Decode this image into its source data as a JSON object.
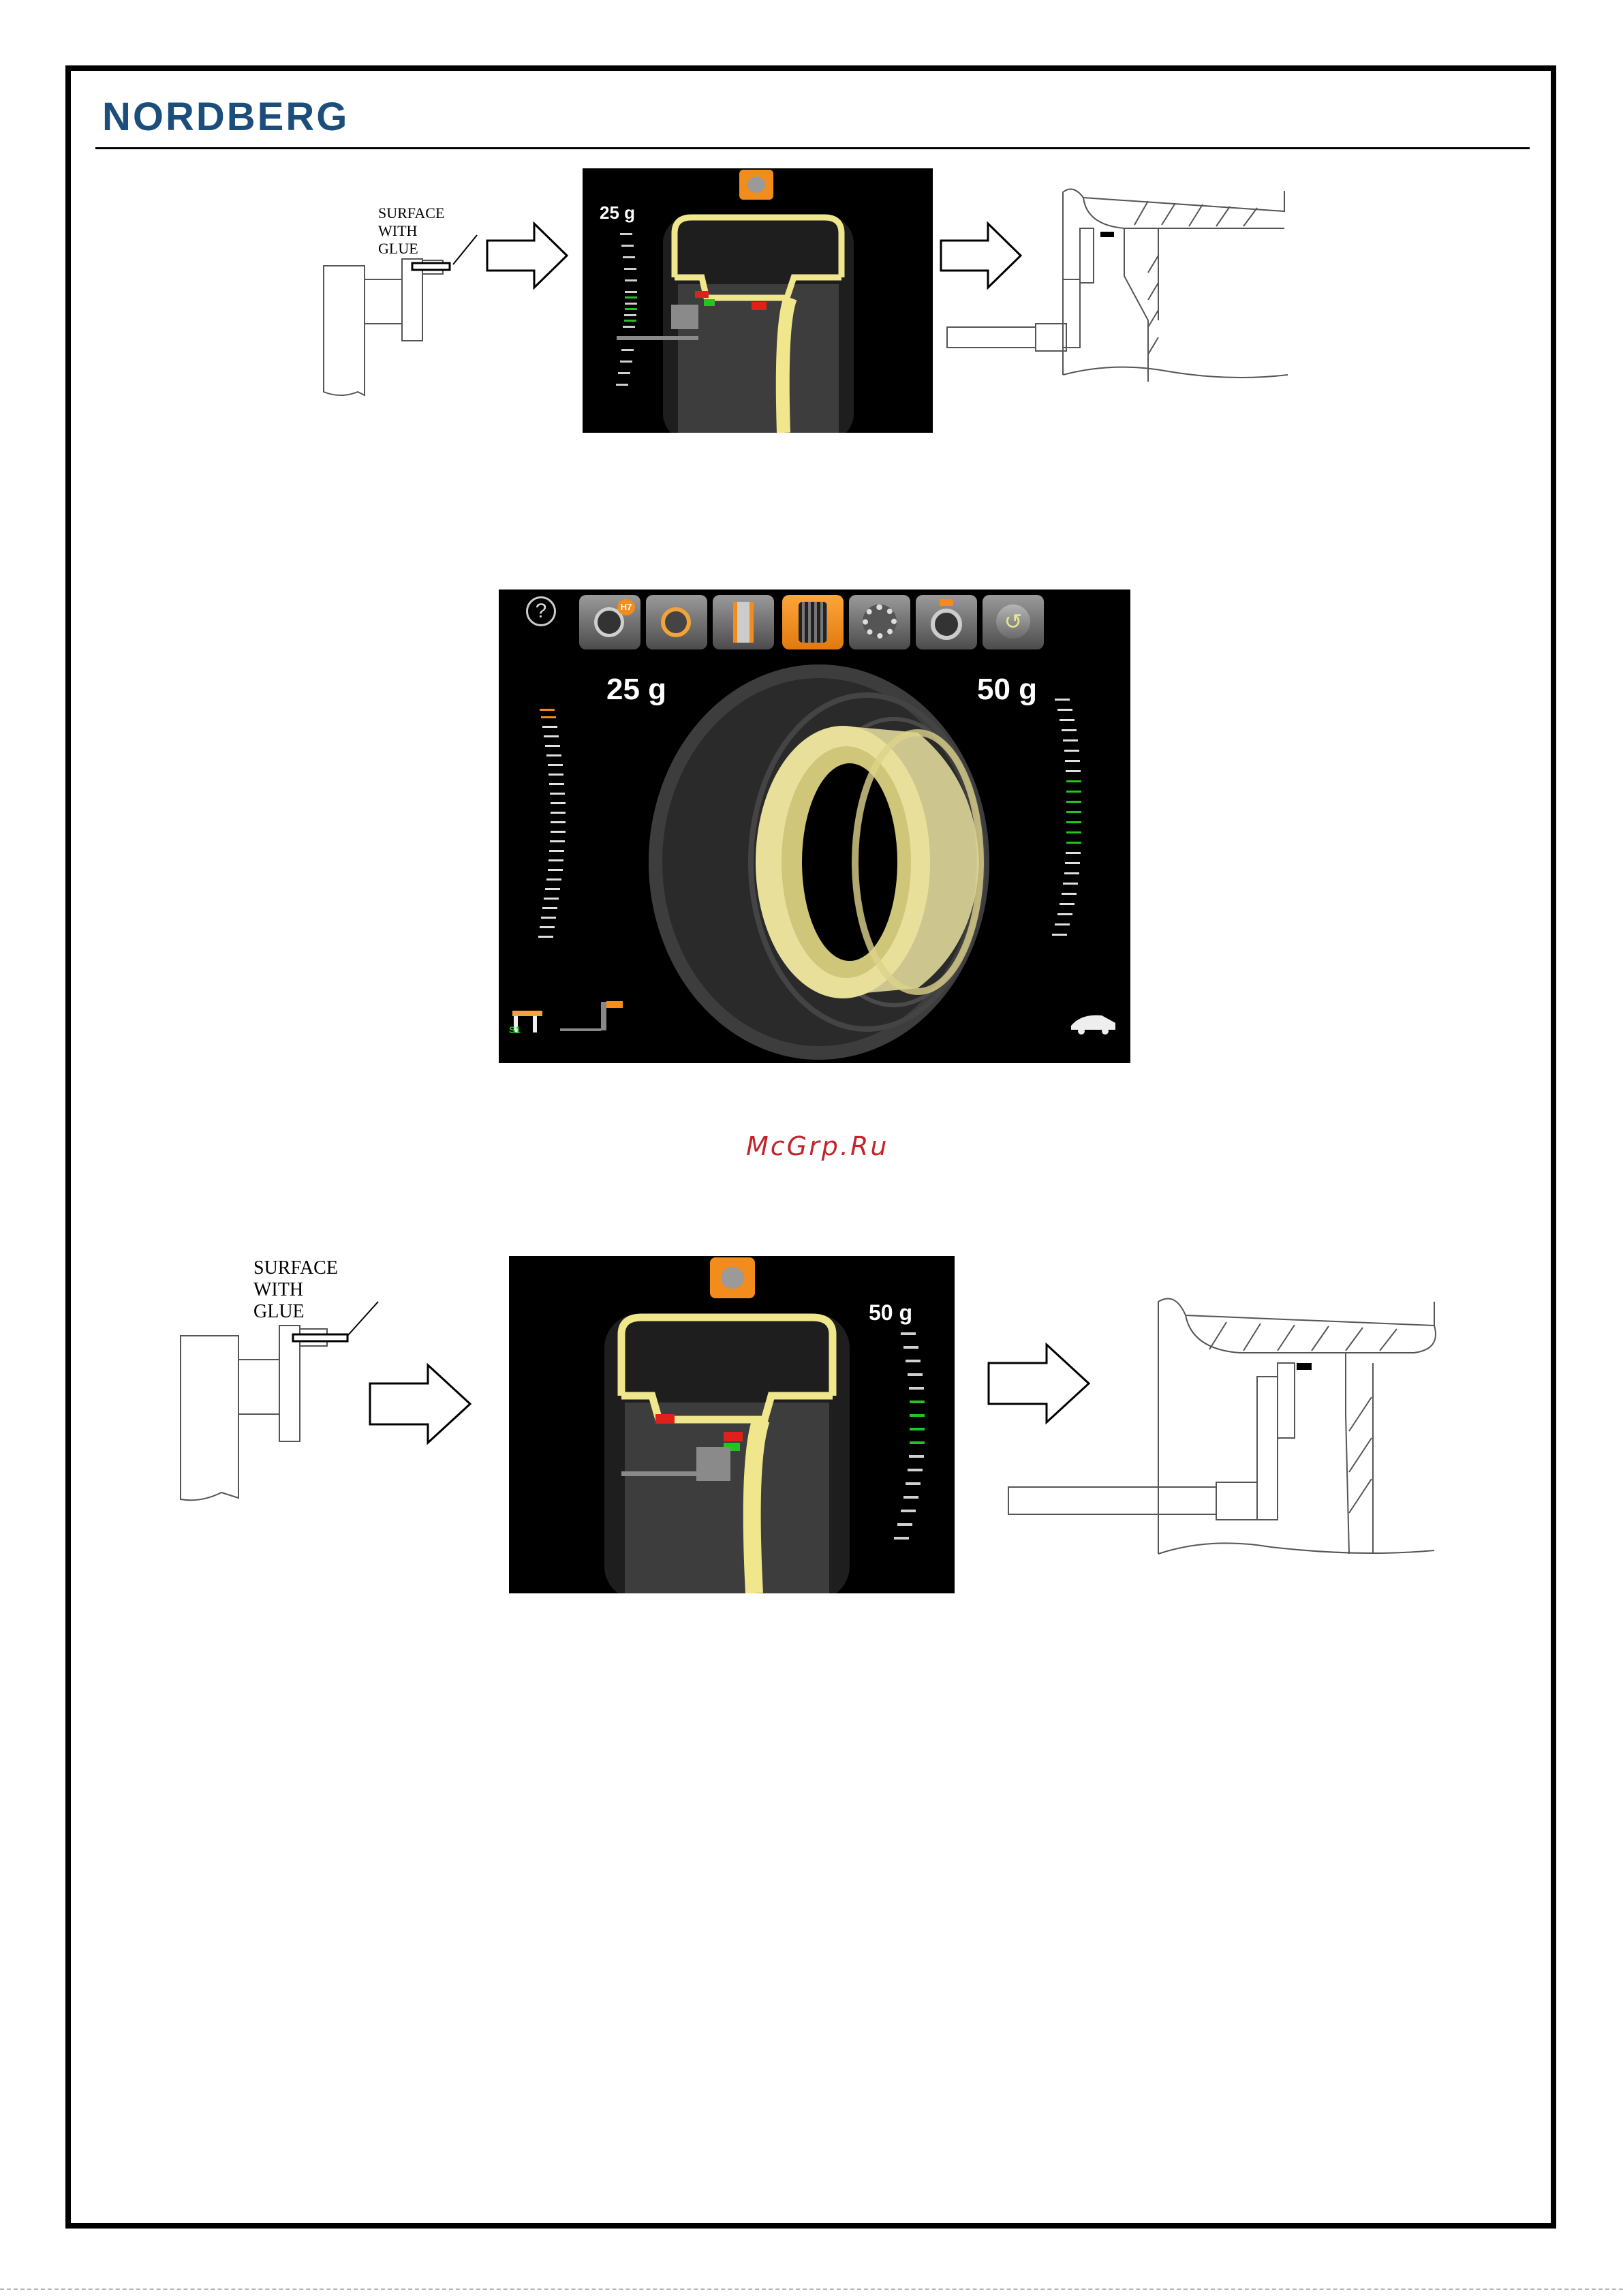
{
  "brand": {
    "logo_text": "NORDBERG"
  },
  "figure_top": {
    "glue_label": "SURFACE WITH GLUE",
    "screen_weight": "25 g"
  },
  "main_screen": {
    "help_symbol": "?",
    "badge_text": "H7",
    "left_weight": "25 g",
    "right_weight": "50 g",
    "position_label": "S1",
    "toolbar_icons": [
      "wheel-h7-icon",
      "rotate-icon",
      "balance-arrows-icon",
      "tyre-tread-icon",
      "gear-wheel-icon",
      "alu-wheel-icon",
      "back-icon"
    ],
    "active_tool_index": 3
  },
  "watermark": "McGrp.Ru",
  "figure_bottom": {
    "glue_label": "SURFACE WITH GLUE",
    "screen_weight": "50 g"
  },
  "colors": {
    "brand": "#1c4e7c",
    "accent": "#f28c1c",
    "watermark": "#c0262c",
    "rim": "#f0e68c"
  }
}
